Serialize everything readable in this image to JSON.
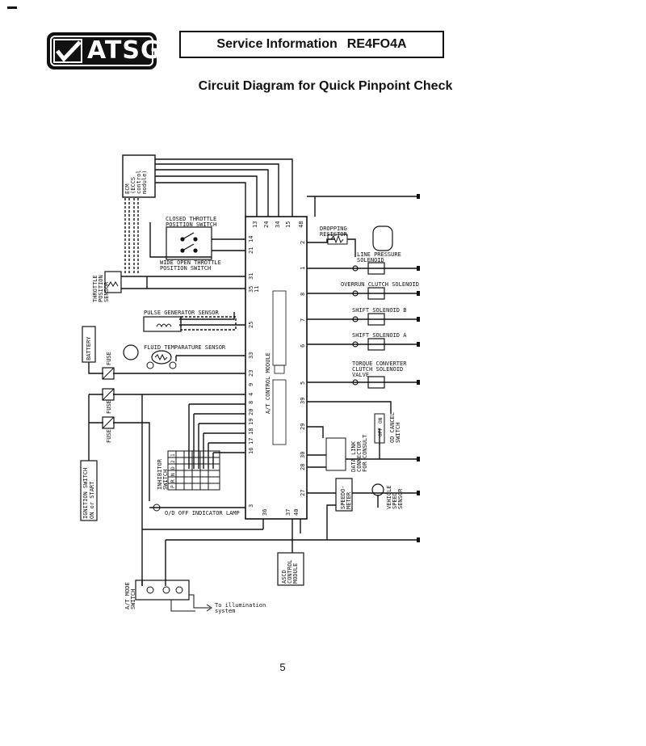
{
  "header": {
    "logo_text": "ATSG",
    "service_label": "Service Information",
    "model": "RE4FO4A"
  },
  "title": "Circuit Diagram for Quick Pinpoint Check",
  "page_number": "5",
  "labels": {
    "ecm": [
      "ECM",
      "(ECCS",
      "control",
      "module)"
    ],
    "closed_throttle": [
      "CLOSED THROTTLE",
      "POSITION SWITCH"
    ],
    "wide_open_throttle": [
      "WIDE OPEN THROTTLE",
      "POSITION SWITCH"
    ],
    "throttle_position_sensor": [
      "THROTTLE",
      "POSITION",
      "SENSOR"
    ],
    "pulse_generator": "PULSE GENERATOR SENSOR",
    "fluid_temp": "FLUID TEMPARATURE SENSOR",
    "battery": "BATTERY",
    "fuse": "FUSE",
    "ignition_switch": [
      "IGNITION SWITCH",
      "ON or START"
    ],
    "inhibitor_switch": [
      "INHIBITOR",
      "SWITCH"
    ],
    "inhibitor_positions": [
      "P",
      "R",
      "N",
      "D",
      "2",
      "1"
    ],
    "od_off_lamp": "O/D OFF INDICATOR LAMP",
    "atcm": "A/T CONTROL MODULE",
    "dropping_resistor": [
      "DROPPING",
      "RESISTOR"
    ],
    "line_pressure": [
      "LINE PRESSURE",
      "SOLENOID"
    ],
    "overrun_clutch": "OVERRUN CLUTCH SOLENOID",
    "shift_b": "SHIFT SOLENOID B",
    "shift_a": "SHIFT SOLENOID A",
    "torque_converter": [
      "TORQUE CONVERTER",
      "CLUTCH SOLENOID",
      "VALVE"
    ],
    "od_cancel": [
      "OD CANCEL",
      "SWITCH"
    ],
    "od_cancel_states": [
      "OFF",
      "ON"
    ],
    "data_link": [
      "DATA LINK",
      "CONNECTOR",
      "FOR CONSULT"
    ],
    "speedometer": [
      "SPEEDO-",
      "METER"
    ],
    "vehicle_speed": [
      "VEHICLE",
      "SPEED",
      "SENSOR"
    ],
    "ascd": [
      "ASCD",
      "CONTROL",
      "MODULE"
    ],
    "at_mode_switch": [
      "A/T MODE",
      "SWITCH"
    ],
    "to_illumination": [
      "To illumination",
      "system"
    ]
  },
  "pins": {
    "top": [
      "13",
      "24",
      "34",
      "15",
      "48"
    ],
    "left": [
      "21",
      "14",
      "31",
      "35",
      "11",
      "25",
      "33",
      "23",
      "9",
      "4",
      "8",
      "20",
      "19",
      "18",
      "17",
      "16",
      "3",
      "36"
    ],
    "bottom": [
      "37",
      "40"
    ],
    "right": [
      "2",
      "1",
      "8",
      "7",
      "6",
      "5",
      "39",
      "29",
      "30",
      "28",
      "27"
    ]
  }
}
